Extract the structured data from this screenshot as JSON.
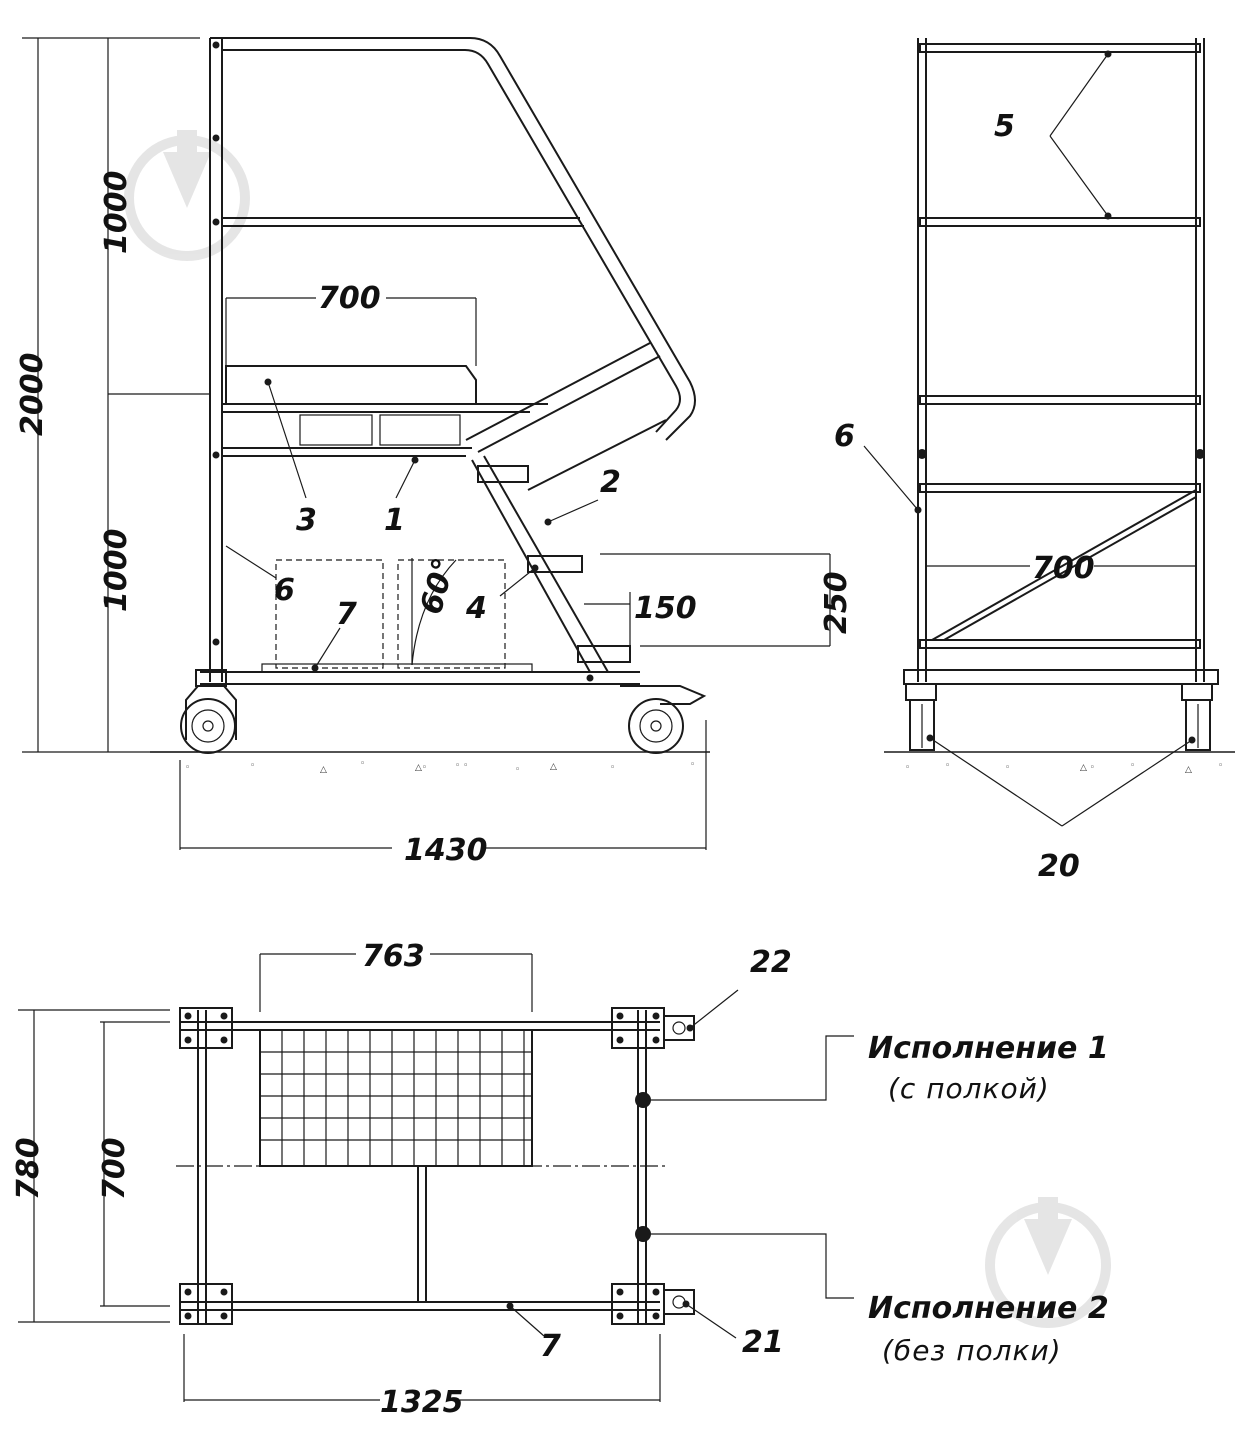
{
  "side_view": {
    "dims": {
      "total_height": "2000",
      "upper_height": "1000",
      "lower_height": "1000",
      "platform_width": "700",
      "step_height": "250",
      "step_depth": "150",
      "angle": "60°",
      "base_length": "1430"
    },
    "callouts": [
      "1",
      "2",
      "3",
      "4",
      "6",
      "7"
    ]
  },
  "front_view": {
    "dims": {
      "width": "700"
    },
    "callouts": [
      "5",
      "6",
      "20"
    ]
  },
  "top_view": {
    "dims": {
      "shelf_width": "763",
      "outer_width": "780",
      "inner_width": "700",
      "length": "1325"
    },
    "callouts": [
      "7",
      "21",
      "22"
    ]
  },
  "variants": [
    {
      "title": "Исполнение 1",
      "subtitle": "(с полкой)"
    },
    {
      "title": "Исполнение 2",
      "subtitle": "(без полки)"
    }
  ],
  "icons": {
    "watermark": "trowel-logo-icon"
  }
}
